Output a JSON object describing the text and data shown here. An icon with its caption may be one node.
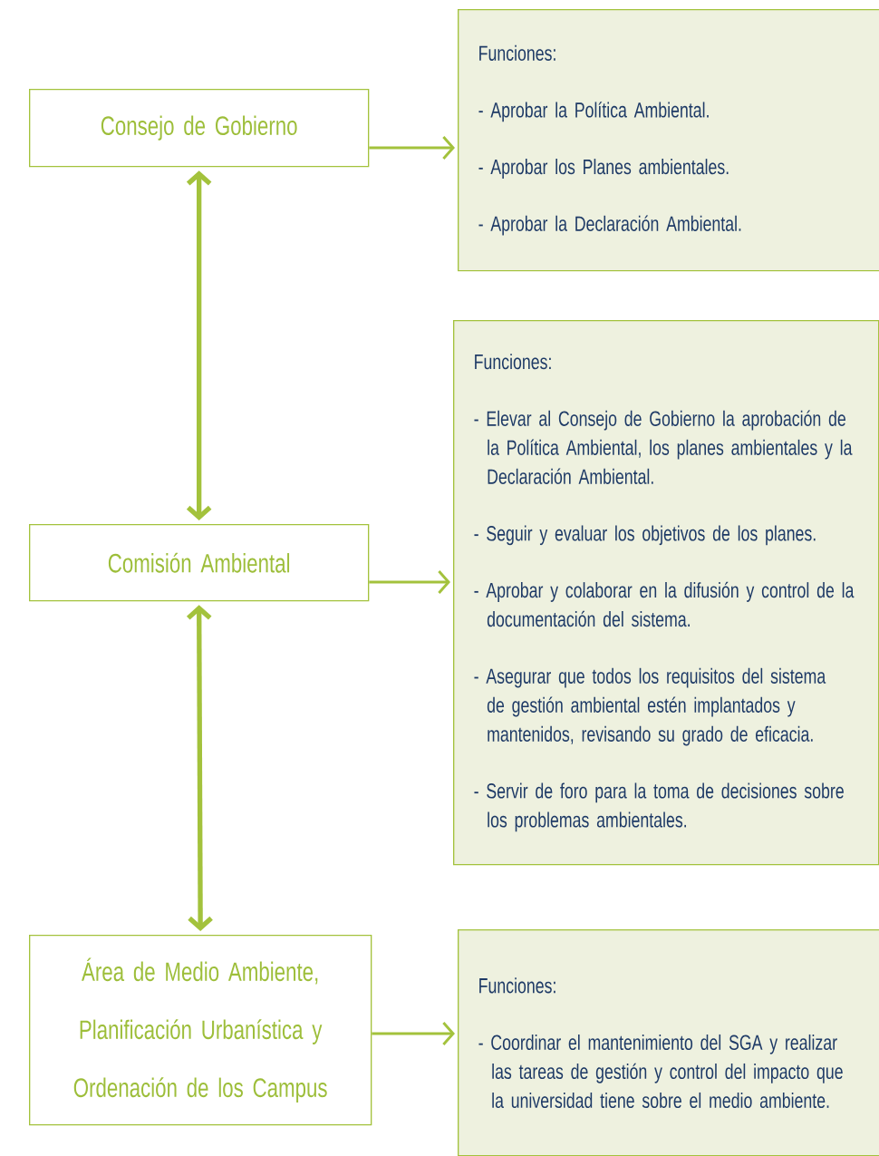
{
  "diagram": {
    "nodes": [
      {
        "text": [
          "Consejo de Gobierno"
        ]
      },
      {
        "text": [
          "Funciones:",
          "- Aprobar la Política Ambiental.",
          "- Aprobar los Planes ambientales.",
          "- Aprobar la Declaración Ambiental."
        ]
      },
      {
        "text": [
          "Comisión Ambiental"
        ]
      },
      {
        "text": [
          "Funciones:",
          "- Elevar al Consejo de Gobierno la aprobación de la Política Ambiental, los planes ambientales y la Declaración Ambiental.",
          "- Seguir y evaluar los objetivos de los planes.",
          "- Aprobar y colaborar en la difusión y control de la documentación del sistema.",
          "- Asegurar que todos los requisitos del sistema de gestión ambiental estén implantados y mantenidos, revisando su grado de eficacia.",
          "- Servir de foro para la toma de decisiones sobre los problemas ambientales."
        ]
      },
      {
        "text": [
          "Área de Medio Ambiente, Planificación Urbanística y Ordenación de los Campus"
        ]
      },
      {
        "text": [
          "Funciones:",
          "- Coordinar el mantenimiento del SGA y realizar las tareas de gestión y control del impacto que la universidad tiene sobre el medio ambiente."
        ]
      }
    ],
    "edges": [
      {
        "from": 0,
        "to": 1,
        "arrow": "to"
      },
      {
        "from": 0,
        "to": 2,
        "arrow": "both",
        "style": "thick"
      },
      {
        "from": 2,
        "to": 3,
        "arrow": "to"
      },
      {
        "from": 2,
        "to": 4,
        "arrow": "both",
        "style": "thick"
      },
      {
        "from": 4,
        "to": 5,
        "arrow": "to"
      }
    ]
  }
}
